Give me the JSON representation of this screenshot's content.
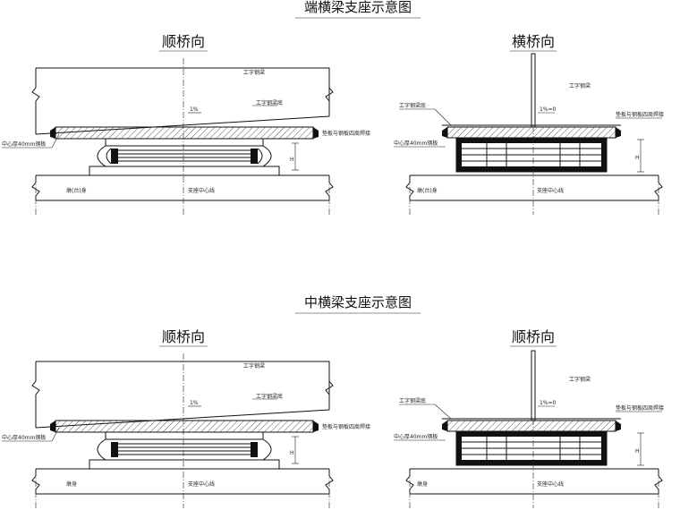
{
  "titles": {
    "end_beam": "端横梁支座示意图",
    "mid_beam": "中横梁支座示意图"
  },
  "views": {
    "longitudinal": "顺桥向",
    "transverse": "横桥向"
  },
  "labels": {
    "i_girder": "工字钢梁",
    "i_girder_bottom": "工字钢梁底",
    "slope_1pct": "1%",
    "slope_zero": "1%=0",
    "weld_note": "垫板与钢板四周焊接",
    "center_plate": "中心厚40mm钢板",
    "pier_abutment": "墩(台)身",
    "pier": "墩身",
    "bearing_center": "支座中心线",
    "height_mark": "H"
  }
}
